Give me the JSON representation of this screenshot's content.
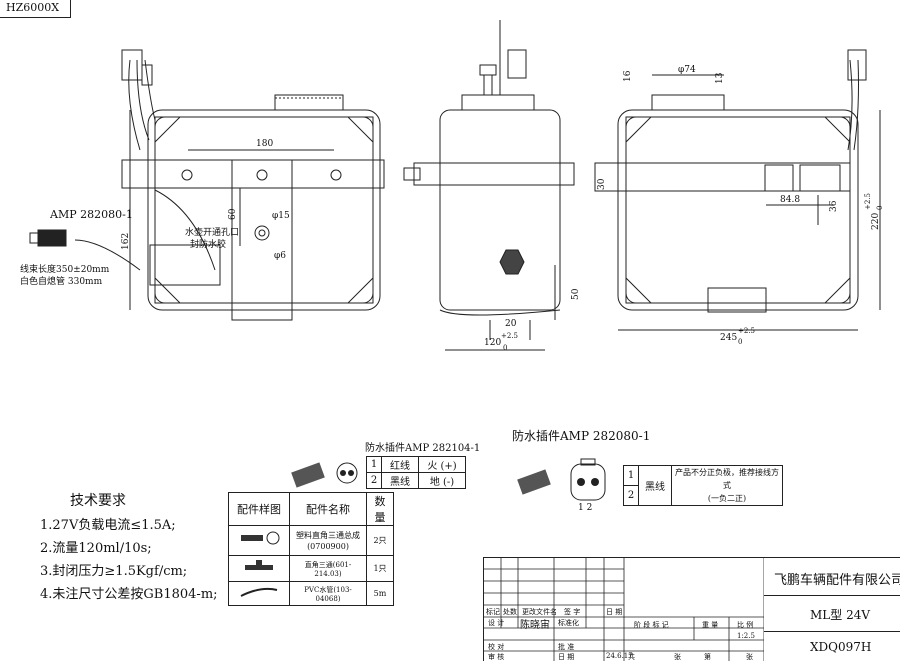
{
  "drawing_code": "HZ6000X",
  "views": {
    "front": {
      "dim_180": "180",
      "dim_60": "60",
      "dim_162": "162",
      "dim_phi15": "φ15",
      "dim_phi6": "φ6",
      "note_label": "水壶开通孔口",
      "note_label2": "封防水胶",
      "amp_label": "AMP 282080-1",
      "harness_len": "线束长度350±20mm",
      "tube_len": "白色自熄管 330mm"
    },
    "side": {
      "dim_20": "20",
      "dim_50": "50",
      "dim_120": "120",
      "tol_120": "+2.5",
      "tol_120b": "0"
    },
    "right": {
      "dim_74": "φ74",
      "dim_13": "13",
      "dim_16": "16",
      "dim_30": "30",
      "dim_84": "84.8",
      "dim_36": "36",
      "dim_220": "220",
      "tol_220": "+2.5",
      "tol_220b": "0",
      "dim_245": "245",
      "tol_245": "+2.5",
      "tol_245b": "0"
    }
  },
  "tech": {
    "title": "技术要求",
    "items": [
      "1.27V负载电流≤1.5A;",
      "2.流量120ml/10s;",
      "3.封闭压力≥1.5Kgf/cm;",
      "4.未注尺寸公差按GB1804-m;"
    ]
  },
  "parts_table": {
    "headers": [
      "配件样图",
      "配件名称",
      "数量"
    ],
    "rows": [
      {
        "name": "塑料直角三通总成",
        "code": "(0700900)",
        "qty": "2只"
      },
      {
        "name": "直角三通(601-214.03)",
        "code": "",
        "qty": "1只"
      },
      {
        "name": "PVC水管(103-04068)",
        "code": "",
        "qty": "5m"
      }
    ]
  },
  "conn1": {
    "title": "防水插件AMP 282104-1",
    "rows": [
      {
        "no": "1",
        "wire": "红线",
        "pol": "火 (+)"
      },
      {
        "no": "2",
        "wire": "黑线",
        "pol": "地 (-)"
      }
    ]
  },
  "conn2": {
    "title": "防水插件AMP 282080-1",
    "pins": "1  2",
    "rows": [
      {
        "no": "1",
        "wire": "黑线"
      },
      {
        "no": "2",
        "wire": ""
      }
    ],
    "note": "产品不分正负极，推荐接线方式",
    "note2": "(一负二正)"
  },
  "title_block": {
    "company": "飞鹏车辆配件有限公司",
    "model": "ML型 24V",
    "code": "XDQ097H",
    "scale": "1:2.5",
    "date": "24.6.17",
    "drafter": "陈晓宙",
    "labels": {
      "mark": "标记",
      "count": "处数",
      "change": "更改文件名",
      "sign": "签 字",
      "date_l": "日 期",
      "design": "设 计",
      "std": "标准化",
      "stage": "阶 段 标 记",
      "weight": "重 量",
      "ratio": "比 例",
      "check": "校 对",
      "review": "审 核",
      "approve": "批 准",
      "day": "日 期",
      "total": "共",
      "sheet": "张",
      "no": "第",
      "sheet2": "张"
    }
  }
}
